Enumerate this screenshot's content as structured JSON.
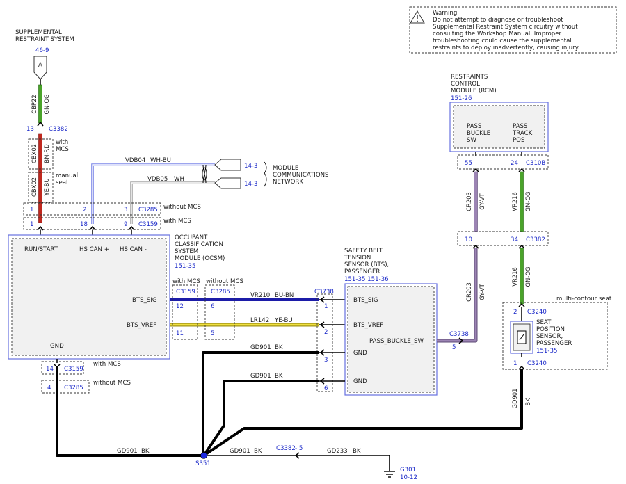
{
  "warning": {
    "title": "Warning",
    "lines": [
      "Do not attempt to diagnose or troubleshoot",
      "Supplemental Restraint System circuitry without",
      "consulting the Workshop Manual. Improper",
      "troubleshooting could cause the supplemental",
      "restraints to deploy inadvertently, causing injury."
    ]
  },
  "srs": {
    "title_lines": [
      "SUPPLEMENTAL",
      "RESTRAINT SYSTEM"
    ],
    "ref": "46-9",
    "connector_letter": "A"
  },
  "wires": {
    "cbp22": {
      "circuit": "CBP22",
      "color": "GN-OG"
    },
    "cbx02_mcs": {
      "circuit": "CBX02",
      "color": "BN-RD",
      "note_lines": [
        "with",
        "MCS"
      ]
    },
    "cbx02_manual": {
      "circuit": "CBX02",
      "color": "YE-BU",
      "note_lines": [
        "manual",
        "seat"
      ]
    },
    "vdb04": {
      "circuit": "VDB04",
      "color": "WH-BU"
    },
    "vdb05": {
      "circuit": "VDB05",
      "color": "WH"
    },
    "vr210": {
      "circuit": "VR210",
      "color": "BU-BN"
    },
    "lr142": {
      "circuit": "LR142",
      "color": "YE-BU"
    },
    "gd901_bts1": {
      "circuit": "GD901",
      "color": "BK"
    },
    "gd901_bts2": {
      "circuit": "GD901",
      "color": "BK"
    },
    "gd901_ocsm": {
      "circuit": "GD901",
      "color": "BK"
    },
    "gd901_s351": {
      "circuit": "GD901",
      "color": "BK"
    },
    "gd233": {
      "circuit": "GD233",
      "color": "BK"
    },
    "cr203_top": {
      "circuit": "CR203",
      "color": "GY-VT"
    },
    "cr203_bottom": {
      "circuit": "CR203",
      "color": "GY-VT"
    },
    "vr216_top": {
      "circuit": "VR216",
      "color": "GN-OG"
    },
    "vr216_bottom": {
      "circuit": "VR216",
      "color": "GN-OG"
    },
    "gd901_seat": {
      "circuit": "GD901",
      "color": "BK"
    }
  },
  "connectors": {
    "c3382_top": {
      "pin": "13",
      "name": "C3382"
    },
    "c3285_ocsm_top": {
      "pins": [
        "1",
        "2",
        "3"
      ],
      "name": "C3285",
      "note": "without MCS"
    },
    "c3159_ocsm_top": {
      "pins": [
        "1",
        "18",
        "9"
      ],
      "name": "C3159",
      "note": "with MCS"
    },
    "c3159_bts": {
      "name": "C3159",
      "note": "with MCS",
      "pins": [
        "12",
        "11"
      ]
    },
    "c3285_bts": {
      "name": "C3285",
      "note": "without MCS",
      "pins": [
        "6",
        "5"
      ]
    },
    "c3738_left": {
      "name": "C3738",
      "pins": [
        "1",
        "2",
        "3",
        "6"
      ]
    },
    "c3738_right": {
      "name": "C3738",
      "pin": "5"
    },
    "c3159_gnd": {
      "pin": "14",
      "name": "C3159",
      "note": "with MCS"
    },
    "c3285_gnd": {
      "pin": "4",
      "name": "C3285",
      "note": "without MCS"
    },
    "c310b": {
      "pins": [
        "55",
        "24"
      ],
      "name": "C310B"
    },
    "c3382_mid": {
      "pins": [
        "10",
        "34"
      ],
      "name": "C3382"
    },
    "c3240_top": {
      "pin": "2",
      "name": "C3240"
    },
    "c3240_bottom": {
      "pin": "1",
      "name": "C3240"
    },
    "c3382_bottom": {
      "name": "C3382",
      "pin": "- 5"
    }
  },
  "network": {
    "lines": [
      "MODULE",
      "COMMUNICATIONS",
      "NETWORK"
    ],
    "refs": [
      "14-3",
      "14-3"
    ]
  },
  "ocsm": {
    "title_lines": [
      "OCCUPANT",
      "CLASSIFICATION",
      "SYSTEM",
      "MODULE (OCSM)"
    ],
    "ref": "151-35",
    "pins": {
      "run_start": "RUN/START",
      "hs_can_plus": "HS CAN +",
      "hs_can_minus": "HS CAN -",
      "bts_sig": "BTS_SIG",
      "bts_vref": "BTS_VREF",
      "gnd": "GND"
    }
  },
  "bts": {
    "title_lines": [
      "SAFETY BELT",
      "TENSION",
      "SENSOR (BTS),",
      "PASSENGER"
    ],
    "refs": "151-35  151-36",
    "pins": {
      "bts_sig": "BTS_SIG",
      "bts_vref": "BTS_VREF",
      "gnd1": "GND",
      "gnd2": "GND",
      "pass_buckle_sw": "PASS_BUCKLE_SW"
    }
  },
  "rcm": {
    "title_lines": [
      "RESTRAINTS",
      "CONTROL",
      "MODULE (RCM)"
    ],
    "ref": "151-26",
    "pin_a_lines": [
      "PASS",
      "BUCKLE",
      "SW"
    ],
    "pin_b_lines": [
      "PASS",
      "TRACK",
      "POS"
    ]
  },
  "seat": {
    "zone": "multi-contour seat",
    "title_lines": [
      "SEAT",
      "POSITION",
      "SENSOR,",
      "PASSENGER"
    ],
    "ref": "151-35"
  },
  "splice": {
    "name": "S351"
  },
  "ground": {
    "name": "G301",
    "ref": "10-12"
  },
  "colors": {
    "blue_text": "#1a28c8",
    "box_border": "#6670e0",
    "green_wire": "#4aa32a",
    "red_wire": "#c0281e",
    "blue_wire": "#1c1ca8",
    "yellow_wire": "#e4d21c",
    "gray_violet_wire": "#9c84b4"
  }
}
